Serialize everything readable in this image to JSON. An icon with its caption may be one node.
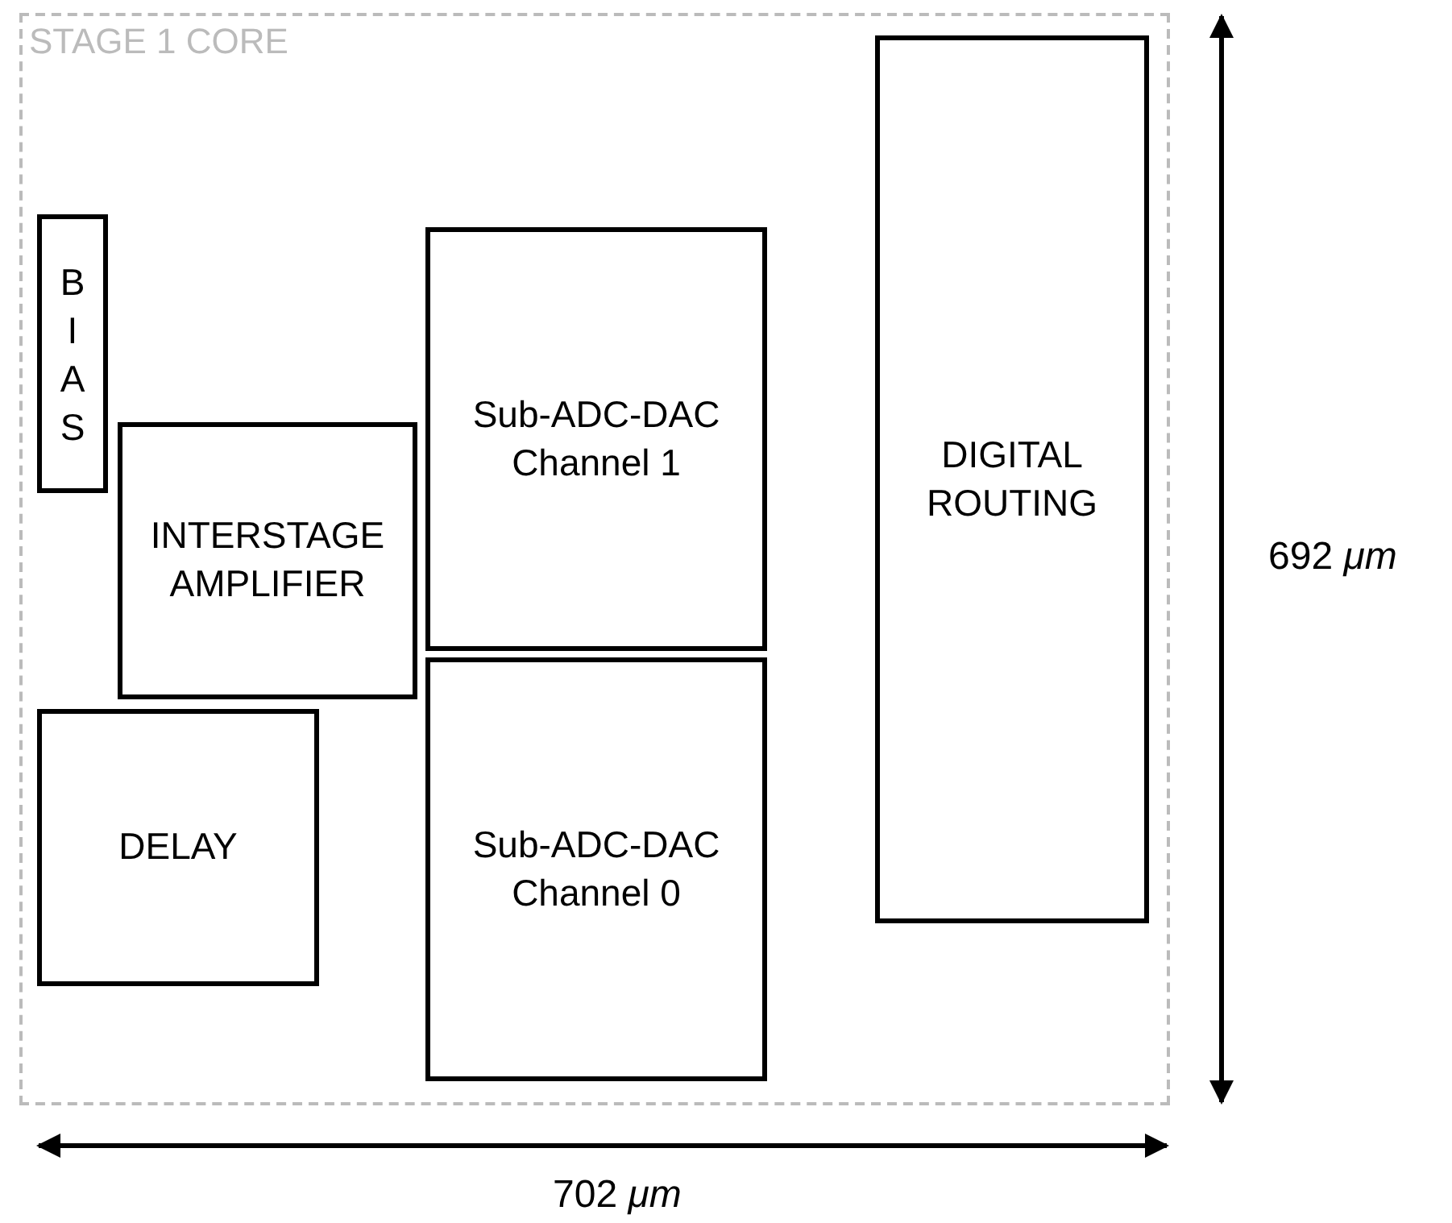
{
  "diagram": {
    "nodes": [
      {
        "text": [
          "STAGE 1 CORE"
        ]
      },
      {
        "text": [
          "DIGITAL ROUTING"
        ],
        "in": 0
      },
      {
        "text": [
          "BIAS"
        ],
        "in": 0
      },
      {
        "text": [
          "Sub-ADC-DAC Channel 1"
        ],
        "in": 0
      },
      {
        "text": [
          "INTERSTAGE AMPLIFIER"
        ],
        "in": 0
      },
      {
        "text": [
          "Sub-ADC-DAC Channel 0"
        ],
        "in": 0
      },
      {
        "text": [
          "DELAY"
        ],
        "in": 0
      }
    ],
    "edges": [],
    "labels": [
      "692 *μm*",
      "702 *μm*"
    ]
  }
}
